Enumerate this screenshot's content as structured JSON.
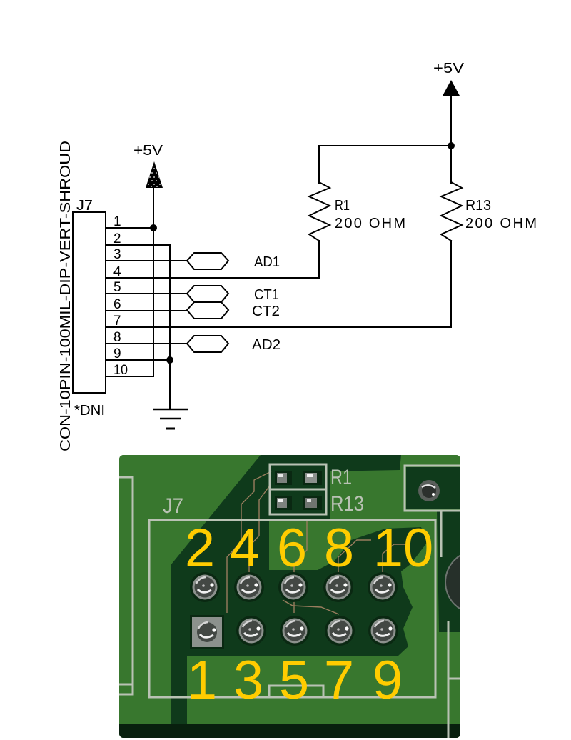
{
  "schematic": {
    "connector": {
      "designator": "J7",
      "part_number": "CON-10PIN-100MIL-DIP-VERT-SHROUD",
      "note": "*DNI",
      "pins": [
        "1",
        "2",
        "3",
        "4",
        "5",
        "6",
        "7",
        "8",
        "9",
        "10"
      ]
    },
    "power": {
      "left_label": "+5V",
      "right_label": "+5V"
    },
    "net_labels": {
      "ad1": "AD1",
      "ct1": "CT1",
      "ct2": "CT2",
      "ad2": "AD2"
    },
    "resistors": [
      {
        "designator": "R1",
        "value": "200 OHM"
      },
      {
        "designator": "R13",
        "value": "200 OHM"
      }
    ]
  },
  "photo": {
    "silkscreen": {
      "connector": "J7",
      "r1": "R1",
      "r13": "R13"
    },
    "pin_labels_top": [
      "2",
      "4",
      "6",
      "8",
      "10"
    ],
    "pin_labels_bottom": [
      "1",
      "3",
      "5",
      "7",
      "9"
    ],
    "colors": {
      "label": "#FFCC00",
      "board": "#3b7b31",
      "copper_pour": "#0f3a1b",
      "silkscreen": "#b9c2b4"
    }
  }
}
